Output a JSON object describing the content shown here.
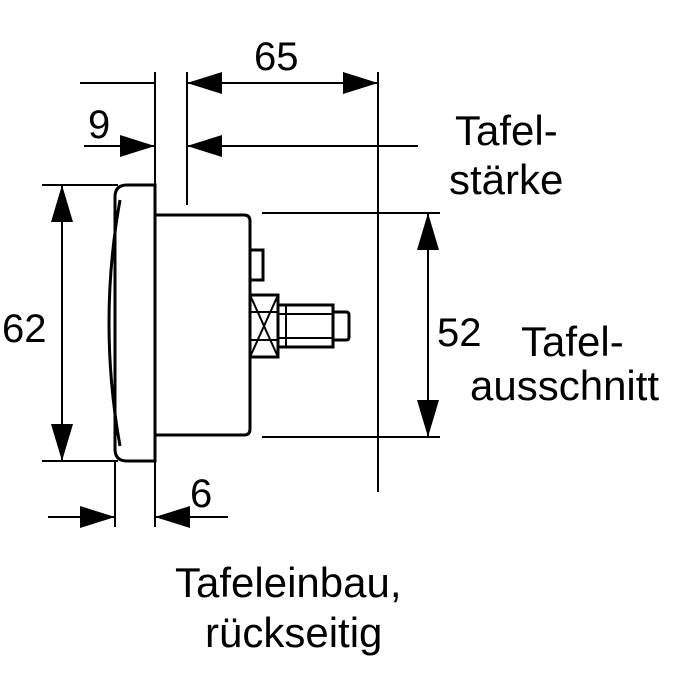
{
  "dimensions": {
    "overall_depth": "65",
    "front_flange": "9",
    "front_height": "62",
    "body_diameter": "52",
    "flange_thickness": "6"
  },
  "labels": {
    "panel_thickness": [
      "Tafel-",
      "stärke"
    ],
    "panel_cutout": [
      "Tafel-",
      "ausschnitt"
    ],
    "mounting": [
      "Tafeleinbau,",
      "rückseitig"
    ]
  }
}
